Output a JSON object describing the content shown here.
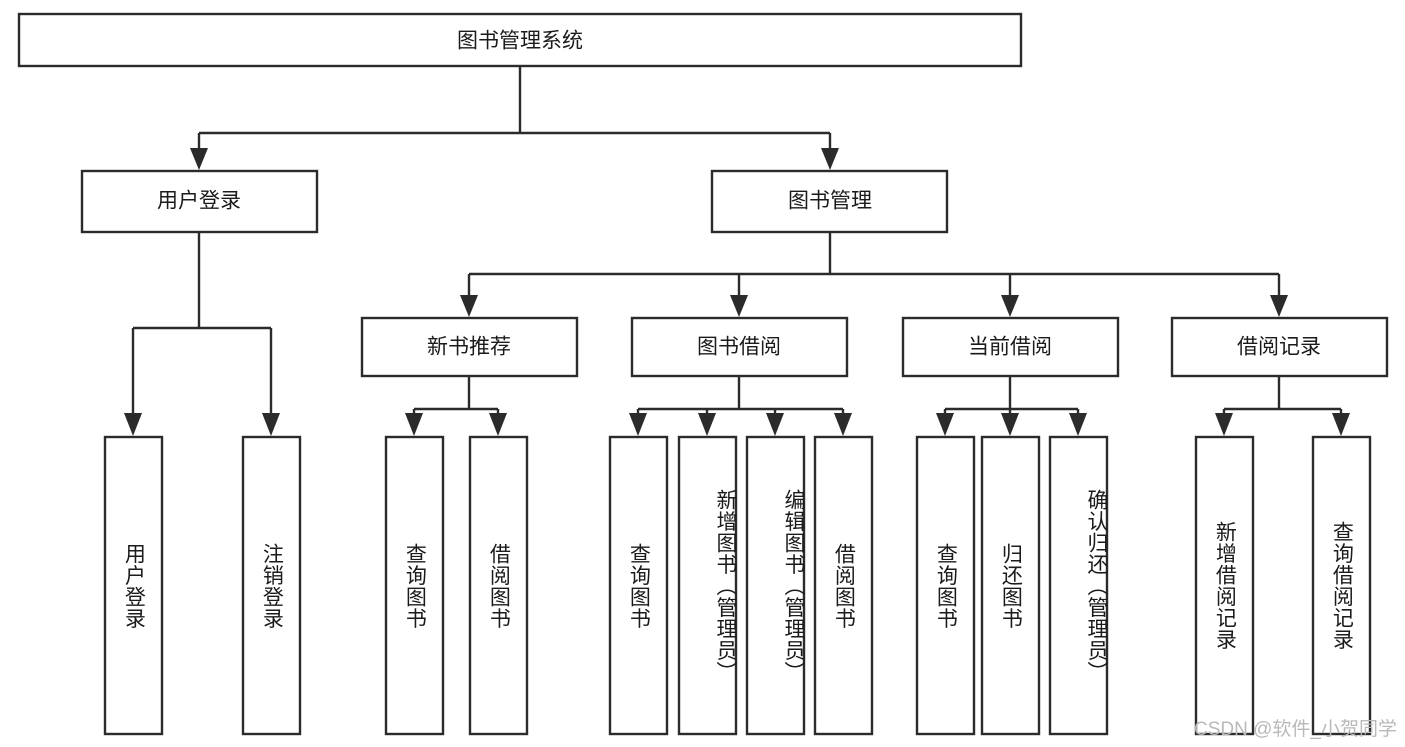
{
  "diagram": {
    "title": "图书管理系统",
    "type": "tree-hierarchy",
    "watermark": "CSDN @软件_小贺同学",
    "root": {
      "id": "root",
      "label": "图书管理系统"
    },
    "level2": [
      {
        "id": "user-login",
        "label": "用户登录"
      },
      {
        "id": "book-manage",
        "label": "图书管理"
      }
    ],
    "level3": [
      {
        "id": "new-book-recommend",
        "label": "新书推荐"
      },
      {
        "id": "book-borrow",
        "label": "图书借阅"
      },
      {
        "id": "current-borrow",
        "label": "当前借阅"
      },
      {
        "id": "borrow-record",
        "label": "借阅记录"
      }
    ],
    "leaves": {
      "user_login": [
        {
          "id": "leaf-user-login",
          "label": "用户登录"
        },
        {
          "id": "leaf-logout-login",
          "label": "注销登录"
        }
      ],
      "new_book_recommend": [
        {
          "id": "leaf-query-book-1",
          "label": "查询图书"
        },
        {
          "id": "leaf-borrow-book-1",
          "label": "借阅图书"
        }
      ],
      "book_borrow": [
        {
          "id": "leaf-query-book-2",
          "label": "查询图书"
        },
        {
          "id": "leaf-add-book",
          "label": "新增图书（管理员）"
        },
        {
          "id": "leaf-edit-book",
          "label": "编辑图书（管理员）"
        },
        {
          "id": "leaf-borrow-book-2",
          "label": "借阅图书"
        }
      ],
      "current_borrow": [
        {
          "id": "leaf-query-book-3",
          "label": "查询图书"
        },
        {
          "id": "leaf-return-book",
          "label": "归还图书"
        },
        {
          "id": "leaf-confirm-return",
          "label": "确认归还（管理员）"
        }
      ],
      "borrow_record": [
        {
          "id": "leaf-add-record",
          "label": "新增借阅记录"
        },
        {
          "id": "leaf-query-record",
          "label": "查询借阅记录"
        }
      ]
    },
    "colors": {
      "background": "#ffffff",
      "box_fill": "#ffffff",
      "box_stroke": "#2b2b2b",
      "connector": "#2b2b2b",
      "text": "#1b1b1b",
      "watermark": "#b9b9b9"
    }
  }
}
